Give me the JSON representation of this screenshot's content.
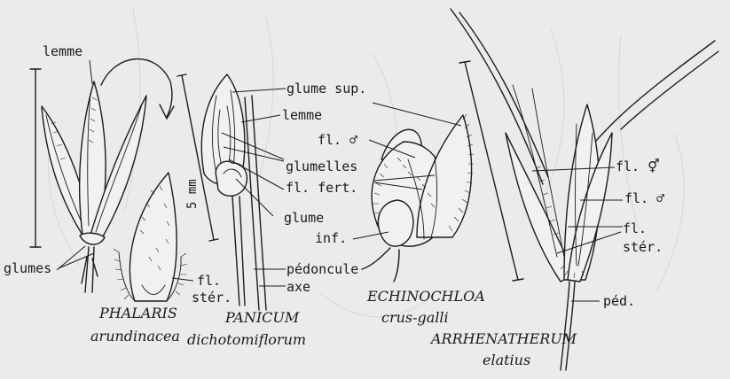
{
  "labels": {
    "lemme_phalaris": "lemme",
    "glumes": "glumes",
    "fl_ster_phalaris_1": "fl.",
    "fl_ster_phalaris_2": "stér.",
    "glume_sup": "glume sup.",
    "lemme_panicum": "lemme",
    "glumelles": "glumelles",
    "fl_fert": "fl. fert.",
    "glume_inf_1": "glume",
    "glume_inf_2": "inf.",
    "pedoncule": "pédoncule",
    "axe": "axe",
    "scale": "5 mm",
    "fl_male_echino": "fl. ♂",
    "fl_herm": "fl. ⚥",
    "fl_male_arrhen": "fl. ♂",
    "fl_ster_arrhen_1": "fl.",
    "fl_ster_arrhen_2": "stér.",
    "ped": "péd."
  },
  "species": {
    "phalaris_genus": "PHALARIS",
    "phalaris_epithet": "arundinacea",
    "panicum_genus": "PANICUM",
    "panicum_epithet": "dichotomiflorum",
    "echinochloa_genus": "ECHINOCHLOA",
    "echinochloa_epithet": "crus-galli",
    "arrhenatherum_genus": "ARRHENATHERUM",
    "arrhenatherum_epithet": "elatius"
  }
}
